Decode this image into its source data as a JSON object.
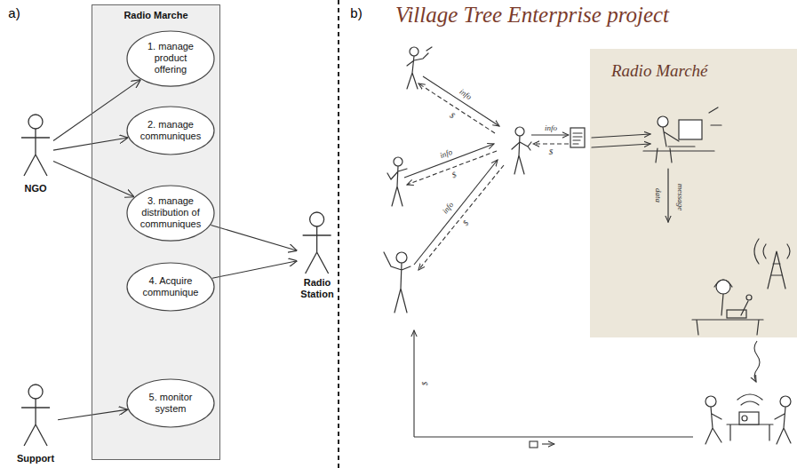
{
  "diagram": {
    "title": "Village Tree Enterprise project",
    "nodes": [
      {
        "text": [
          "NGO"
        ]
      },
      {
        "text": [
          "Radio Marche"
        ]
      },
      {
        "text": [
          "1. manage product offering"
        ],
        "in": 1
      },
      {
        "text": [
          "2. manage communiques"
        ],
        "in": 1
      },
      {
        "text": [
          "3. manage distribution of communiques"
        ],
        "in": 1
      },
      {
        "text": [
          "4. Acquire communique"
        ],
        "in": 1
      },
      {
        "text": [
          "5. monitor system"
        ],
        "in": 1
      },
      {
        "text": [
          "Radio Station"
        ]
      },
      {
        "text": [
          "Support"
        ]
      },
      {
        "text": [
          "Radio Marché"
        ]
      }
    ],
    "edges": [
      {
        "from": 0,
        "to": 2,
        "arrow": "to"
      },
      {
        "from": 0,
        "to": 3,
        "arrow": "to"
      },
      {
        "from": 0,
        "to": 4,
        "arrow": "to"
      },
      {
        "from": 4,
        "to": 7,
        "arrow": "to"
      },
      {
        "from": 5,
        "to": 7,
        "arrow": "to"
      },
      {
        "from": 8,
        "to": 6,
        "arrow": "to"
      }
    ],
    "labels": [
      "a)",
      "b)",
      "info",
      "$",
      "info",
      "$",
      "info",
      "$",
      "info",
      "$",
      "data",
      "message",
      "$"
    ]
  }
}
